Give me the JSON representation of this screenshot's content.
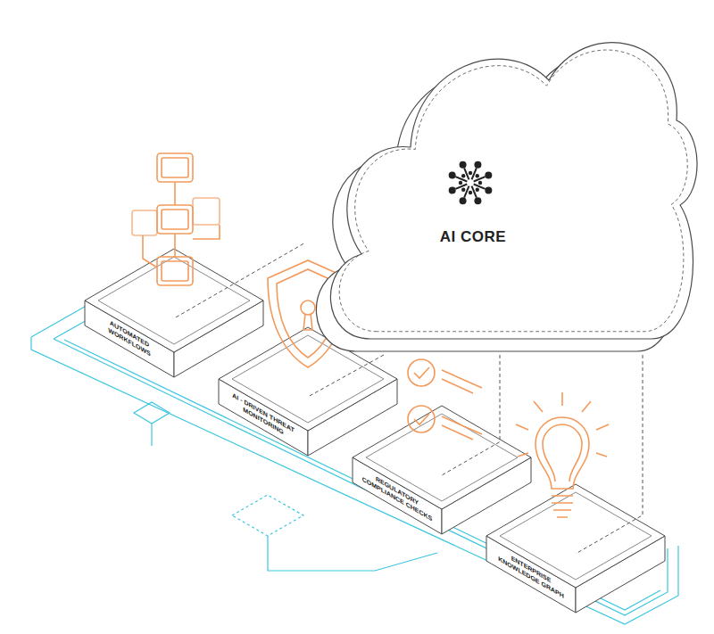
{
  "diagram": {
    "nodes": [
      {
        "text": [
          "AI CORE"
        ]
      },
      {
        "text": [
          "AUTOMATED WORKFLOWS"
        ]
      },
      {
        "text": [
          "AI - DRIVEN THREAT MONITORING"
        ]
      },
      {
        "text": [
          "REGULATORY COMPLIANCE CHECKS"
        ]
      },
      {
        "text": [
          "ENTERPRISE KNOWLEDGE GRAPH"
        ]
      }
    ],
    "edges": [
      {
        "from": 0,
        "to": 1,
        "arrow": "none"
      },
      {
        "from": 0,
        "to": 2,
        "arrow": "none"
      },
      {
        "from": 0,
        "to": 3,
        "arrow": "none"
      },
      {
        "from": 0,
        "to": 4,
        "arrow": "none"
      }
    ]
  }
}
